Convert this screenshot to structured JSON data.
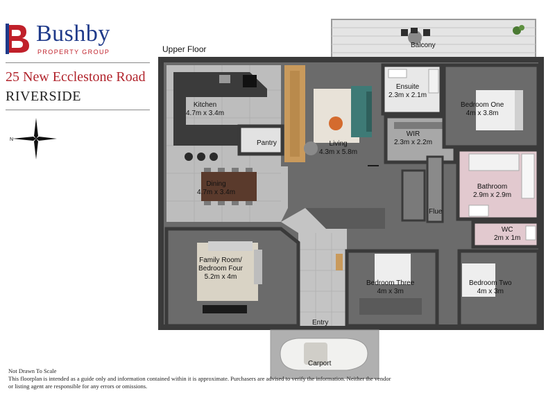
{
  "brand": {
    "name": "Bushby",
    "subtitle": "PROPERTY GROUP"
  },
  "property": {
    "street": "25 New Ecclestone Road",
    "suburb": "RIVERSIDE"
  },
  "floor_label": "Upper Floor",
  "rooms": {
    "kitchen": {
      "name": "Kitchen",
      "size": "4.7m x 3.4m"
    },
    "pantry": {
      "name": "Pantry"
    },
    "dining": {
      "name": "Dining",
      "size": "4.7m x 3.4m"
    },
    "living": {
      "name": "Living",
      "size": "4.3m x 5.8m"
    },
    "ensuite": {
      "name": "Ensuite",
      "size": "2.3m x 2.1m"
    },
    "balcony": {
      "name": "Balcony"
    },
    "bedroom_one": {
      "name": "Bedroom One",
      "size": "4m x 3.8m"
    },
    "wir": {
      "name": "WIR",
      "size": "2.3m x 2.2m"
    },
    "bathroom": {
      "name": "Bathroom",
      "size": "2.9m x 2.9m"
    },
    "flue": {
      "name": "Flue"
    },
    "wc": {
      "name": "WC",
      "size": "2m x 1m"
    },
    "family_room": {
      "name": "Family Room/",
      "name2": "Bedroom Four",
      "size": "5.2m x 4m"
    },
    "bedroom_three": {
      "name": "Bedroom Three",
      "size": "4m x 3m"
    },
    "bedroom_two": {
      "name": "Bedroom Two",
      "size": "4m x 3m"
    },
    "entry": {
      "name": "Entry"
    },
    "carport": {
      "name": "Carport"
    }
  },
  "disclaimer": {
    "line1": "Not Drawn To Scale",
    "line2": "This floorplan is intended as a guide only and information contained within it is approximate. Purchasers are advised to verify the information. Neither the vendor or listing agent are responsible for any errors or omissions."
  },
  "colors": {
    "brand_blue": "#1f3a8a",
    "brand_red": "#c0202a",
    "wall": "#4a4a4a",
    "dark_floor": "#6b6b6b",
    "tile_floor": "#c9c9c9",
    "wood_floor": "#c99a5c",
    "carpet": "#d9d3c5",
    "bath_tile": "#e2c9cf"
  }
}
